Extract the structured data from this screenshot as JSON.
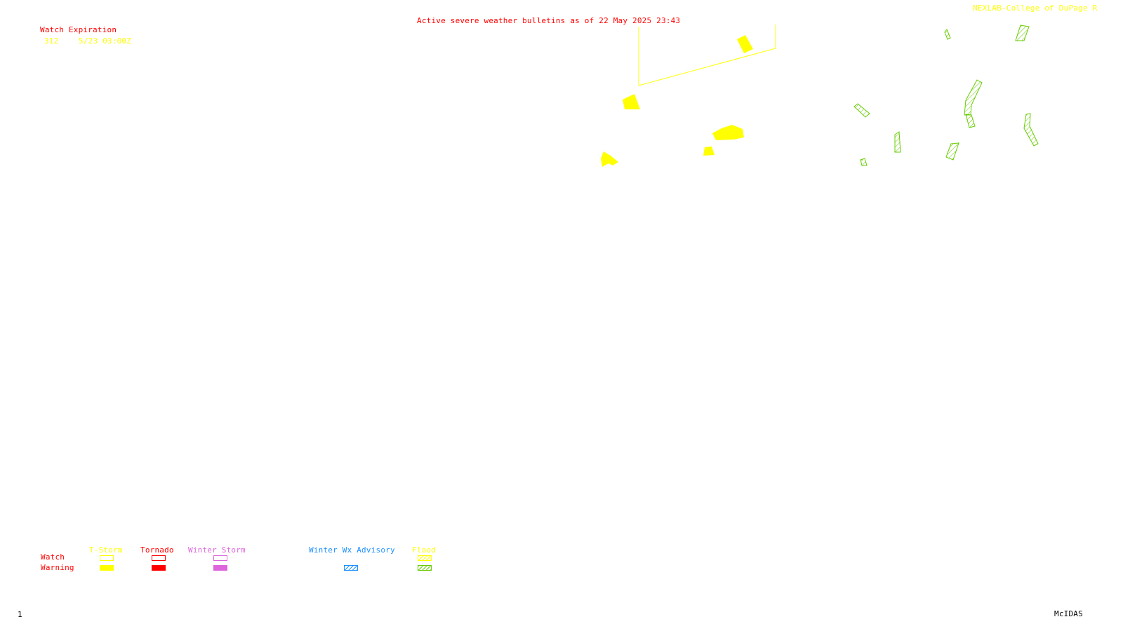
{
  "header": {
    "title": "Active severe weather bulletins as of 22 May 2025 23:43",
    "credit": "NEXLAB-College of DuPage R"
  },
  "watch_expiration": {
    "label": "Watch Expiration",
    "entries": [
      {
        "number": "312",
        "expires": "5/23 03:00Z"
      }
    ]
  },
  "legend": {
    "row_labels": {
      "watch": "Watch",
      "warning": "Warning"
    },
    "categories": [
      {
        "id": "tstorm",
        "label": "T-Storm",
        "color": "#ffff00",
        "watch": "outline",
        "warning": "filled"
      },
      {
        "id": "tornado",
        "label": "Tornado",
        "color": "#ff0000",
        "watch": "outline",
        "warning": "filled"
      },
      {
        "id": "winter-storm",
        "label": "Winter Storm",
        "color": "#dd66dd",
        "watch": "outline",
        "warning": "filled"
      },
      {
        "id": "winter-wx-advisory",
        "label": "Winter Wx Advisory",
        "color": "#1e90ff",
        "warning": "hatched"
      },
      {
        "id": "flood",
        "label": "Flood",
        "color": "#ffff00",
        "warning_color": "#66cc00",
        "watch": "hatched",
        "warning": "hatched"
      }
    ]
  },
  "footer": {
    "frame_number": "1",
    "software": "McIDAS"
  },
  "colors": {
    "title_red": "#ff0000",
    "credit_yellow": "#ffff00",
    "tstorm": "#ffff00",
    "flood_warning": "#66cc00",
    "footer": "#000000"
  }
}
